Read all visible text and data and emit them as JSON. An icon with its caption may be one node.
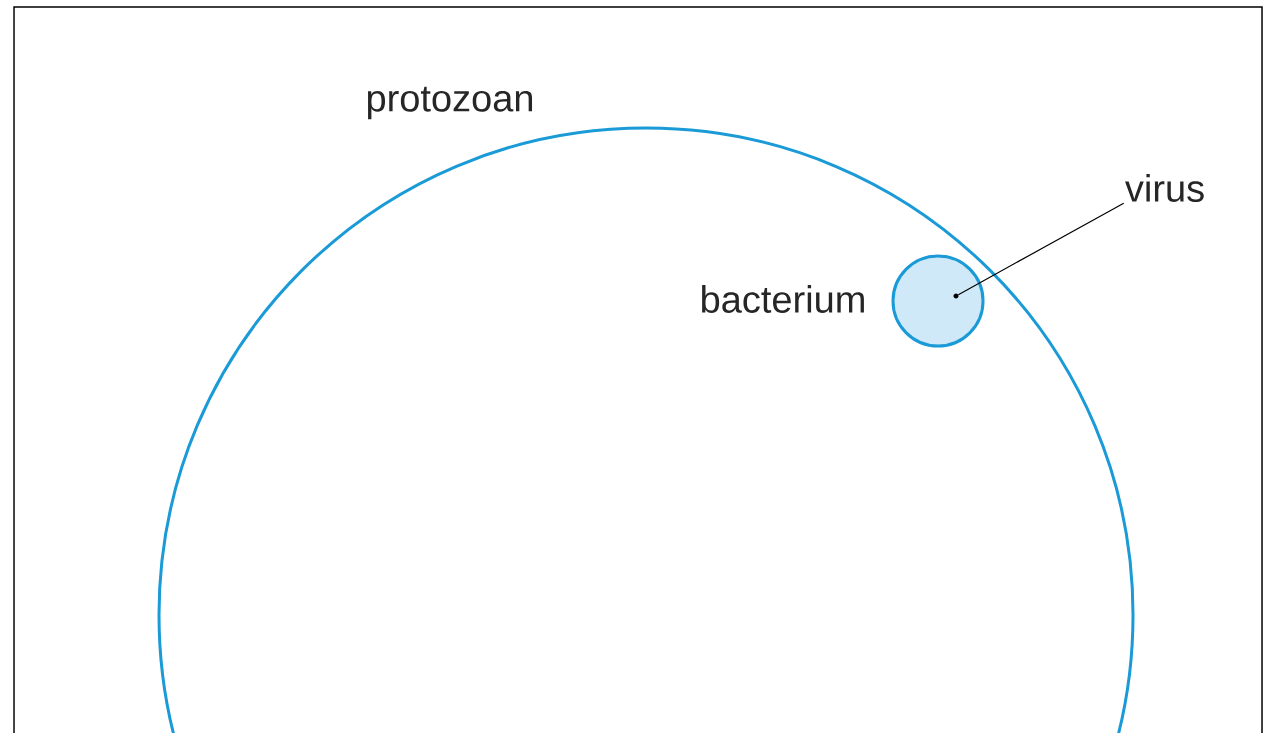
{
  "diagram": {
    "nodes": [
      {
        "text": [
          "protozoan"
        ]
      },
      {
        "text": [
          "bacterium"
        ],
        "in": 0
      },
      {
        "text": [],
        "shape": "circle",
        "in": 1
      },
      {
        "text": [
          "virus"
        ]
      }
    ],
    "edges": [
      {
        "from": 3,
        "to": 2,
        "arrow": "none"
      }
    ]
  }
}
